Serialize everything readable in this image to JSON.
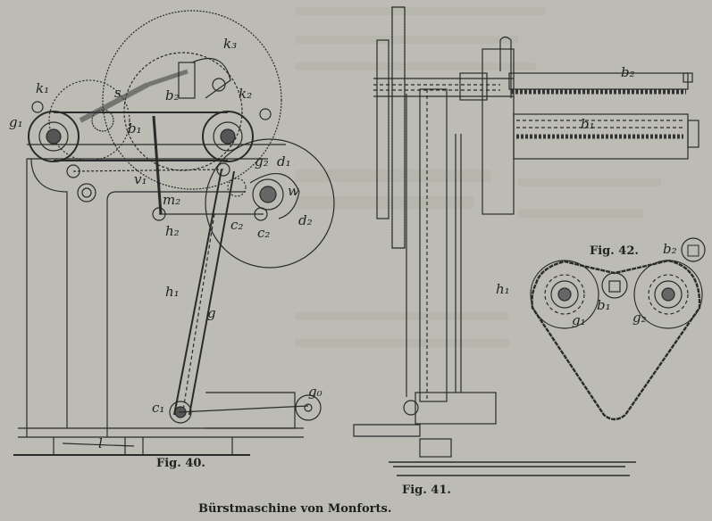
{
  "caption": "Bürstmaschine von Monforts.",
  "figures": {
    "fig40": {
      "title": "Fig. 40.",
      "labels": {
        "k1": "k₁",
        "g1": "g₁",
        "s": "s",
        "b1": "b₁",
        "b2": "b₂",
        "k3": "k₃",
        "k2": "k₂",
        "g2": "g₂",
        "d1": "d₁",
        "w": "w",
        "d2": "d₂",
        "v1": "v₁",
        "m2": "m₂",
        "h2": "h₂",
        "c2": "c₂",
        "c2b": "c₂",
        "h1": "h₁",
        "g": "g",
        "c1": "c₁",
        "g0": "g₀",
        "l": "l"
      }
    },
    "fig41": {
      "title": "Fig. 41.",
      "labels": {
        "b2": "b₂",
        "b1": "b₁",
        "h1": "h₁"
      }
    },
    "fig42": {
      "title": "Fig. 42.",
      "labels": {
        "b2": "b₂",
        "b1": "b₁",
        "g1": "g₁",
        "g2": "g₂"
      }
    }
  }
}
